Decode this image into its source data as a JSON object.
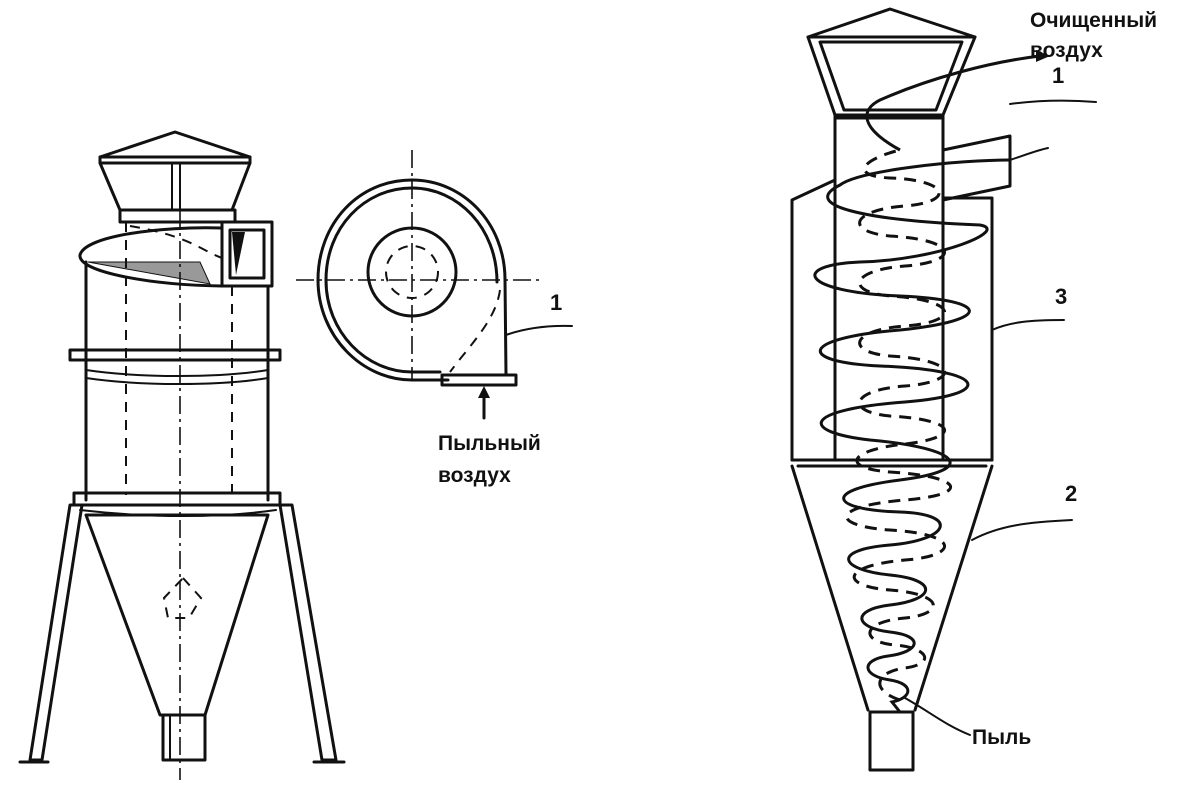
{
  "labels": {
    "clean_air": "Очищенный\nвоздух",
    "dusty_air": "Пыльный\nвоздух",
    "dust": "Пыль",
    "callout_left_1": "1",
    "callout_right_1": "1",
    "callout_3": "3",
    "callout_2": "2"
  },
  "colors": {
    "ink": "#111111",
    "background": "#ffffff"
  }
}
